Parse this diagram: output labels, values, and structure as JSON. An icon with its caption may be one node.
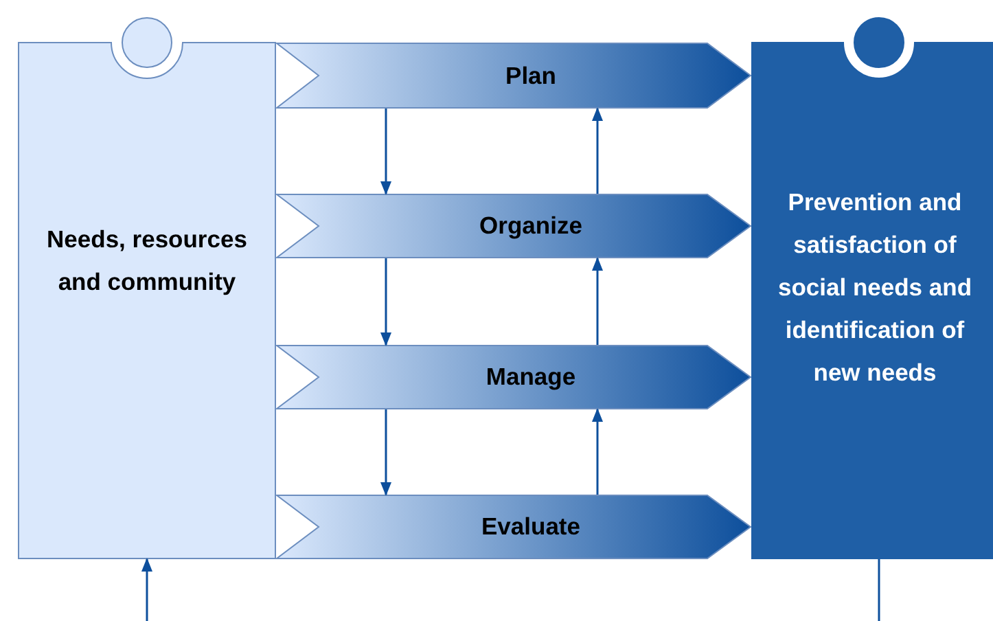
{
  "diagram": {
    "nodes": [
      {
        "text": [
          "Needs, resources and community"
        ]
      },
      {
        "text": [
          "Plan"
        ]
      },
      {
        "text": [
          "Organize"
        ]
      },
      {
        "text": [
          "Manage"
        ]
      },
      {
        "text": [
          "Evaluate"
        ]
      },
      {
        "text": [
          "Prevention and satisfaction of social needs and identification of new needs"
        ]
      }
    ],
    "edges": [
      {
        "from": 1,
        "to": 2,
        "arrow": "to"
      },
      {
        "from": 2,
        "to": 3,
        "arrow": "to"
      },
      {
        "from": 3,
        "to": 4,
        "arrow": "to"
      },
      {
        "from": 2,
        "to": 1,
        "arrow": "to"
      },
      {
        "from": 3,
        "to": 2,
        "arrow": "to"
      },
      {
        "from": 4,
        "to": 3,
        "arrow": "to"
      },
      {
        "from": null,
        "to": 0,
        "arrow": "to"
      },
      {
        "from": 5,
        "to": null,
        "arrow": "none"
      }
    ]
  }
}
